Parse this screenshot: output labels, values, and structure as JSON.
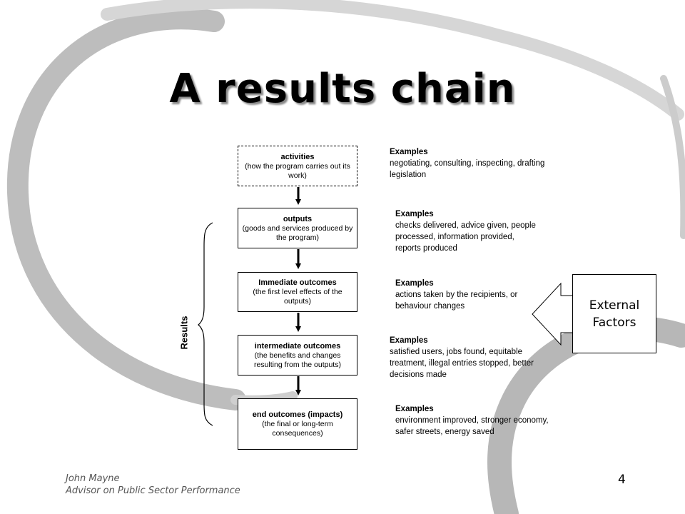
{
  "slide": {
    "title": "A results chain",
    "page_number": "4"
  },
  "chain": [
    {
      "name": "activities",
      "desc": "(how the program carries out its work)"
    },
    {
      "name": "outputs",
      "desc": "(goods and services produced by the program)"
    },
    {
      "name": "Immediate outcomes",
      "desc": "(the first level effects of the outputs)"
    },
    {
      "name": "intermediate outcomes",
      "desc": "(the benefits and changes resulting from the outputs)"
    },
    {
      "name": "end outcomes (impacts)",
      "desc": "(the final or long-term consequences)"
    }
  ],
  "examples": [
    {
      "heading": "Examples",
      "text": "negotiating, consulting, inspecting, drafting legislation"
    },
    {
      "heading": "Examples",
      "text": "checks delivered, advice given, people processed, information provided, reports produced"
    },
    {
      "heading": "Examples",
      "text": "actions taken by the recipients, or behaviour changes"
    },
    {
      "heading": "Examples",
      "text": "satisfied users, jobs found, equitable treatment, illegal entries stopped, better decisions made"
    },
    {
      "heading": "Examples",
      "text": "environment improved, stronger economy, safer streets, energy saved"
    }
  ],
  "results_label": "Results",
  "external_factors": {
    "line1": "External",
    "line2": "Factors"
  },
  "footer": {
    "author": "John Mayne",
    "role": "Advisor on Public Sector Performance"
  }
}
